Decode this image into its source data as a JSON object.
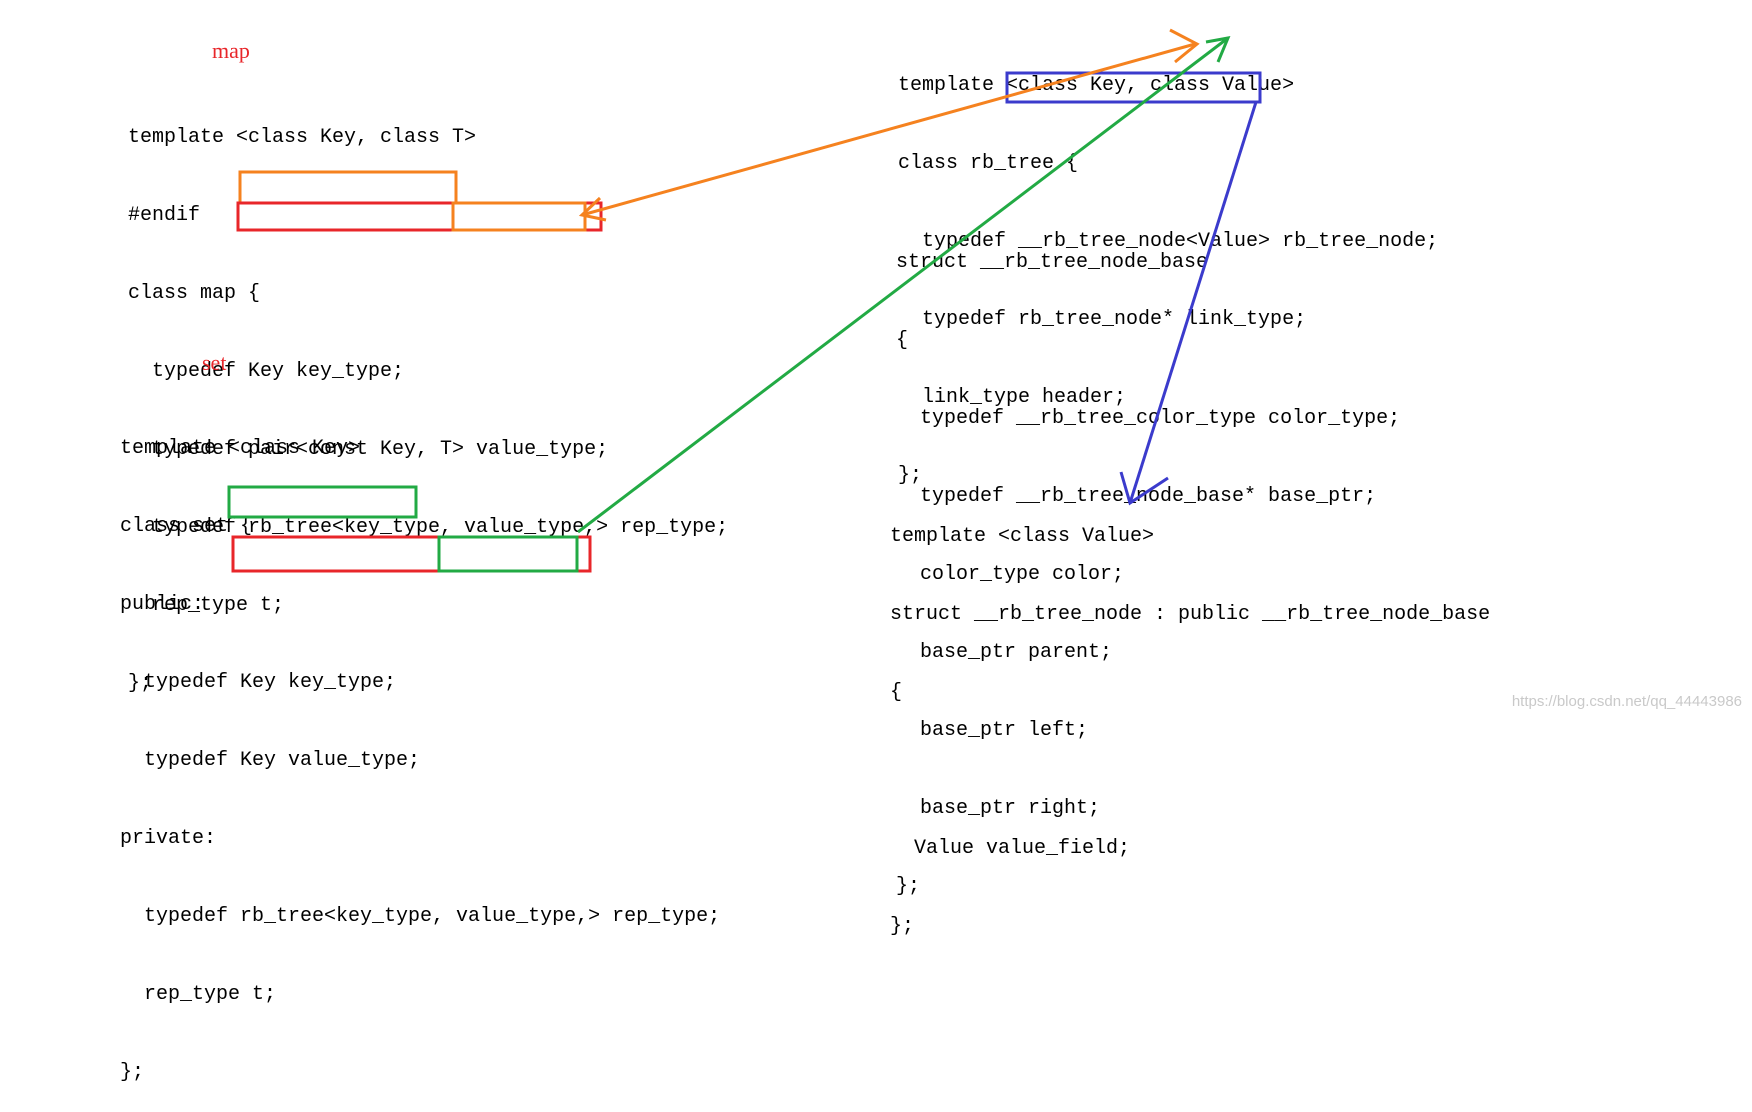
{
  "colors": {
    "orange": "#f5821f",
    "red": "#e8262a",
    "green": "#22aa44",
    "blue": "#3b3bcc"
  },
  "map": {
    "title": "map",
    "lines": [
      "template <class Key, class T>",
      "#endif",
      "class map {",
      "  typedef Key key_type;",
      "  typedef pair<const Key, T> value_type;",
      "  typedef rb_tree<key_type, value_type,> rep_type;",
      "  rep_type t;",
      "};"
    ]
  },
  "set": {
    "title": "set",
    "lines": [
      "template <class Key>",
      "class set {",
      "public:",
      "  typedef Key key_type;",
      "  typedef Key value_type;",
      "private:",
      "  typedef rb_tree<key_type, value_type,> rep_type;",
      "  rep_type t;",
      "};"
    ]
  },
  "rb_tree": {
    "lines": [
      "template <class Key, class Value>",
      "class rb_tree {",
      "  typedef __rb_tree_node<Value> rb_tree_node;",
      "  typedef rb_tree_node* link_type;",
      "  link_type header;",
      "};"
    ]
  },
  "node_base": {
    "lines": [
      "struct __rb_tree_node_base",
      "{",
      "  typedef __rb_tree_color_type color_type;",
      "  typedef __rb_tree_node_base* base_ptr;",
      "  color_type color;",
      "  base_ptr parent;",
      "  base_ptr left;",
      "  base_ptr right;",
      "};"
    ]
  },
  "node": {
    "lines": [
      "template <class Value>",
      "struct __rb_tree_node : public __rb_tree_node_base",
      "{",
      "",
      "  Value value_field;",
      "};"
    ]
  },
  "watermark": "https://blog.csdn.net/qq_44443986"
}
